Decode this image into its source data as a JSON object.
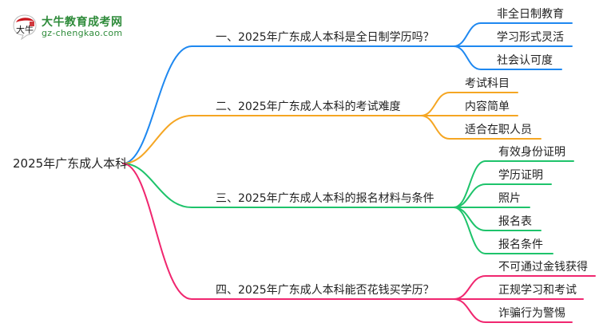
{
  "logo": {
    "badge_text": "大牛",
    "title": "大牛教育成考网",
    "url": "gz-chengkao.com"
  },
  "colors": {
    "blue": "#1e88f0",
    "orange": "#f5a623",
    "green": "#1ec36b",
    "pink": "#f0266f"
  },
  "root": {
    "label": "2025年广东成人本科"
  },
  "branches": [
    {
      "label": "一、2025年广东成人本科是全日制学历吗？",
      "color": "blue",
      "leaves": [
        "非全日制教育",
        "学习形式灵活",
        "社会认可度"
      ]
    },
    {
      "label": "二、2025年广东成人本科的考试难度",
      "color": "orange",
      "leaves": [
        "考试科目",
        "内容简单",
        "适合在职人员"
      ]
    },
    {
      "label": "三、2025年广东成人本科的报名材料与条件",
      "color": "green",
      "leaves": [
        "有效身份证明",
        "学历证明",
        "照片",
        "报名表",
        "报名条件"
      ]
    },
    {
      "label": "四、2025年广东成人本科能否花钱买学历？",
      "color": "pink",
      "leaves": [
        "不可通过金钱获得",
        "正规学习和考试",
        "诈骗行为警惕"
      ]
    }
  ]
}
